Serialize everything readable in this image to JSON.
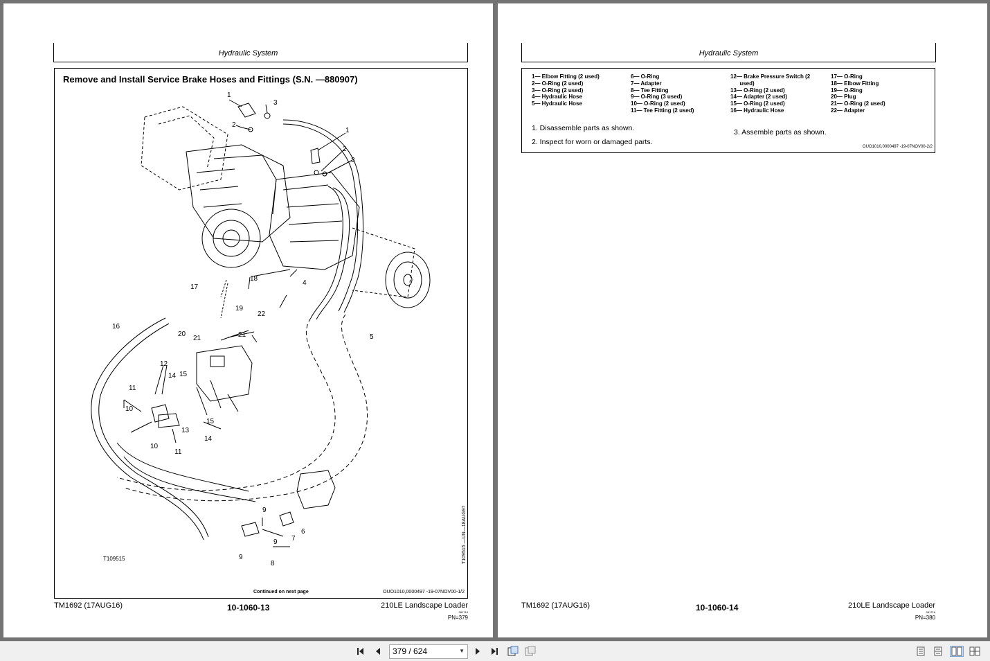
{
  "left_page": {
    "header": "Hydraulic System",
    "title": "Remove and Install Service Brake Hoses and Fittings (S.N. —880907)",
    "figure_id": "T109515",
    "figure_vertical_ref": "T109515 —UN—18AUG97",
    "continued": "Continued on next page",
    "doc_ref": "OUO1010,0000497 -19-07NOV00-1/2",
    "footer_left": "TM1692 (17AUG16)",
    "footer_center": "10-1060-13",
    "footer_right": "210LE Landscape Loader",
    "footer_tiny": "081716",
    "footer_pn": "PN=379",
    "callouts": [
      "1",
      "3",
      "2",
      "1",
      "2",
      "3",
      "18",
      "17",
      "19",
      "22",
      "16",
      "20",
      "21",
      "21",
      "4",
      "5",
      "12",
      "11",
      "14",
      "15",
      "10",
      "13",
      "15",
      "14",
      "10",
      "11",
      "9",
      "6",
      "7",
      "9",
      "9",
      "8"
    ]
  },
  "right_page": {
    "header": "Hydraulic System",
    "parts_col1": [
      "1— Elbow Fitting (2 used)",
      "2— O-Ring (2 used)",
      "3— O-Ring (2 used)",
      "4— Hydraulic Hose",
      "5— Hydraulic Hose"
    ],
    "parts_col2": [
      "6— O-Ring",
      "7— Adapter",
      "8— Tee Fitting",
      "9— O-Ring (3 used)",
      "10— O-Ring (2 used)",
      "11— Tee Fitting (2 used)"
    ],
    "parts_col3": [
      "12— Brake Pressure Switch (2",
      "      used)",
      "13— O-Ring (2 used)",
      "14— Adapter (2 used)",
      "15— O-Ring (2 used)",
      "16— Hydraulic Hose"
    ],
    "parts_col4": [
      "17— O-Ring",
      "18— Elbow Fitting",
      "19— O-Ring",
      "20— Plug",
      "21— O-Ring (2 used)",
      "22— Adapter"
    ],
    "step1": "1.   Disassemble parts as shown.",
    "step2": "2.   Inspect for worn or damaged parts.",
    "step3": "3.   Assemble parts as shown.",
    "doc_ref": "OUO1010,0000497 -19-07NOV00-2/2",
    "footer_left": "TM1692 (17AUG16)",
    "footer_center": "10-1060-14",
    "footer_right": "210LE Landscape Loader",
    "footer_tiny": "081716",
    "footer_pn": "PN=380"
  },
  "toolbar": {
    "page_value": "379 / 624",
    "icons": [
      "first-page-icon",
      "prev-page-icon",
      "next-page-icon",
      "last-page-icon",
      "fit-page-icon",
      "fit-width-icon",
      "single-page-icon",
      "continuous-icon",
      "two-page-icon",
      "two-page-continuous-icon"
    ]
  }
}
